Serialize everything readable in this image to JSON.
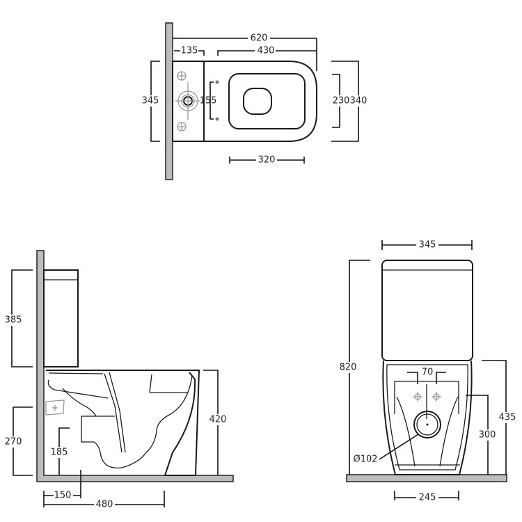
{
  "top_view": {
    "dims": {
      "overall_length": "620",
      "tank_depth": "135",
      "bowl_length": "430",
      "tank_width": "345",
      "fixing_spacing": "155",
      "seat_width": "230",
      "bowl_width": "340",
      "seat_length": "320"
    }
  },
  "side_view": {
    "dims": {
      "tank_height": "385",
      "inlet_height": "270",
      "outlet_height": "185",
      "seat_height": "420",
      "outlet_offset": "150",
      "depth": "480"
    }
  },
  "front_view": {
    "dims": {
      "tank_width": "345",
      "total_height": "820",
      "bowl_height": "435",
      "fixing_height": "300",
      "fixing_spacing": "70",
      "outlet_diameter": "Ø102",
      "base_width": "245"
    }
  },
  "colors": {
    "line": "#1a1a1a",
    "wall": "#bdbdbd",
    "fixing": "#999999"
  }
}
